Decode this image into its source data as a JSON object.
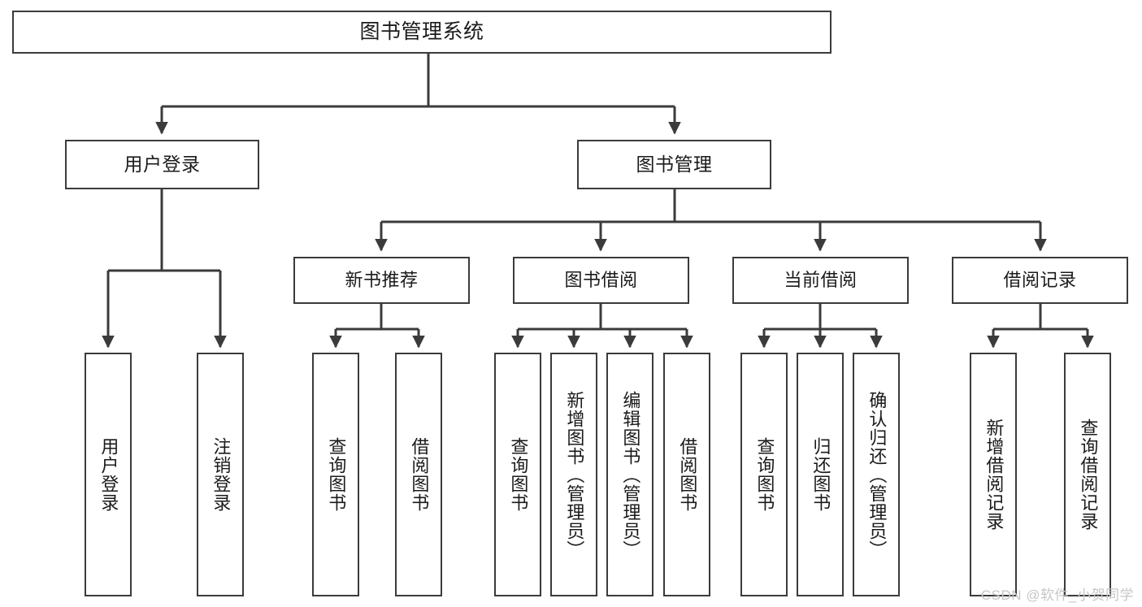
{
  "diagram": {
    "title_node": {
      "label": "图书管理系统"
    },
    "level2": [
      {
        "id": "user-login",
        "label": "用户登录"
      },
      {
        "id": "book-manage",
        "label": "图书管理"
      }
    ],
    "level3": [
      {
        "id": "new-book-rec",
        "label": "新书推荐"
      },
      {
        "id": "book-borrow",
        "label": "图书借阅"
      },
      {
        "id": "current-borrow",
        "label": "当前借阅"
      },
      {
        "id": "borrow-record",
        "label": "借阅记录"
      }
    ],
    "leaves": [
      {
        "id": "leaf-user-login",
        "label": "用户登录"
      },
      {
        "id": "leaf-logout-login",
        "label": "注销登录"
      },
      {
        "id": "leaf-query-book-1",
        "label": "查询图书"
      },
      {
        "id": "leaf-borrow-book-1",
        "label": "借阅图书"
      },
      {
        "id": "leaf-query-book-2",
        "label": "查询图书"
      },
      {
        "id": "leaf-add-book",
        "label": "新增图书（管理员）"
      },
      {
        "id": "leaf-edit-book",
        "label": "编辑图书（管理员）"
      },
      {
        "id": "leaf-borrow-book-2",
        "label": "借阅图书"
      },
      {
        "id": "leaf-query-book-3",
        "label": "查询图书"
      },
      {
        "id": "leaf-return-book",
        "label": "归还图书"
      },
      {
        "id": "leaf-confirm-return",
        "label": "确认归还（管理员）"
      },
      {
        "id": "leaf-add-record",
        "label": "新增借阅记录"
      },
      {
        "id": "leaf-query-record",
        "label": "查询借阅记录"
      }
    ],
    "watermark": "CSDN @软件_小贺同学",
    "colors": {
      "stroke": "#3b3b3b",
      "background": "#ffffff",
      "text": "#1b1b1b",
      "watermark": "#c6c6c6"
    }
  }
}
